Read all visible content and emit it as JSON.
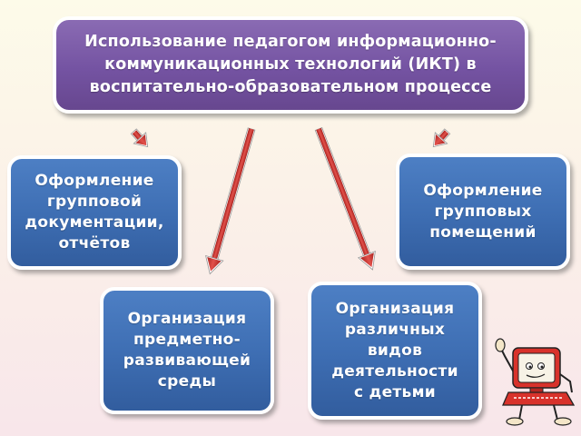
{
  "title": "Использование педагогом информационно-\nкоммуникационных технологий (ИКТ) в\nвоспитательно-образовательном процессе",
  "boxes": {
    "group_docs": "Оформление\nгрупповой\nдокументации,\nотчётов",
    "group_rooms": "Оформление\nгрупповых\nпомещений",
    "environment": "Организация\nпредметно-\nразвивающей\nсреды",
    "activities": "Организация\nразличных\nвидов\nдеятельности\nс детьми"
  },
  "colors": {
    "title_box": "#7453a2",
    "content_box": "#3d6db2",
    "arrow": "#d23c36",
    "background_top": "#fdfbe9",
    "background_bottom": "#f8e6ea"
  },
  "icons": [
    "computer-mascot-icon"
  ]
}
